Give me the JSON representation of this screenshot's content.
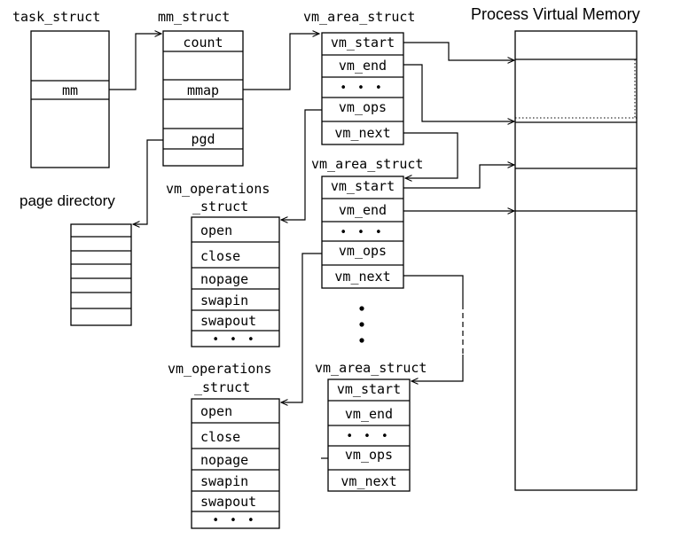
{
  "labels": {
    "task_struct": "task_struct",
    "mm_struct": "mm_struct",
    "vm_area_struct_1": "vm_area_struct",
    "vm_area_struct_2": "vm_area_struct",
    "vm_area_struct_3": "vm_area_struct",
    "process_virtual_memory": "Process Virtual Memory",
    "page_directory": "page directory",
    "vm_operations_struct_1_line1": "vm_operations",
    "vm_operations_struct_1_line2": "_struct",
    "vm_operations_struct_2_line1": "vm_operations",
    "vm_operations_struct_2_line2": "_struct"
  },
  "task_struct": {
    "fields": [
      "mm"
    ]
  },
  "mm_struct": {
    "fields": [
      "count",
      "mmap",
      "pgd"
    ]
  },
  "vm_area_1": {
    "fields": [
      "vm_start",
      "vm_end",
      "• • •",
      "vm_ops",
      "vm_next"
    ]
  },
  "vm_area_2": {
    "fields": [
      "vm_start",
      "vm_end",
      "• • •",
      "vm_ops",
      "vm_next"
    ]
  },
  "vm_area_3": {
    "fields": [
      "vm_start",
      "vm_end",
      "• • •",
      "vm_ops",
      "vm_next"
    ]
  },
  "vm_ops_1": {
    "fields": [
      "open",
      "close",
      "nopage",
      "swapin",
      "swapout",
      "• • •"
    ]
  },
  "vm_ops_2": {
    "fields": [
      "open",
      "close",
      "nopage",
      "swapin",
      "swapout",
      "• • •"
    ]
  }
}
